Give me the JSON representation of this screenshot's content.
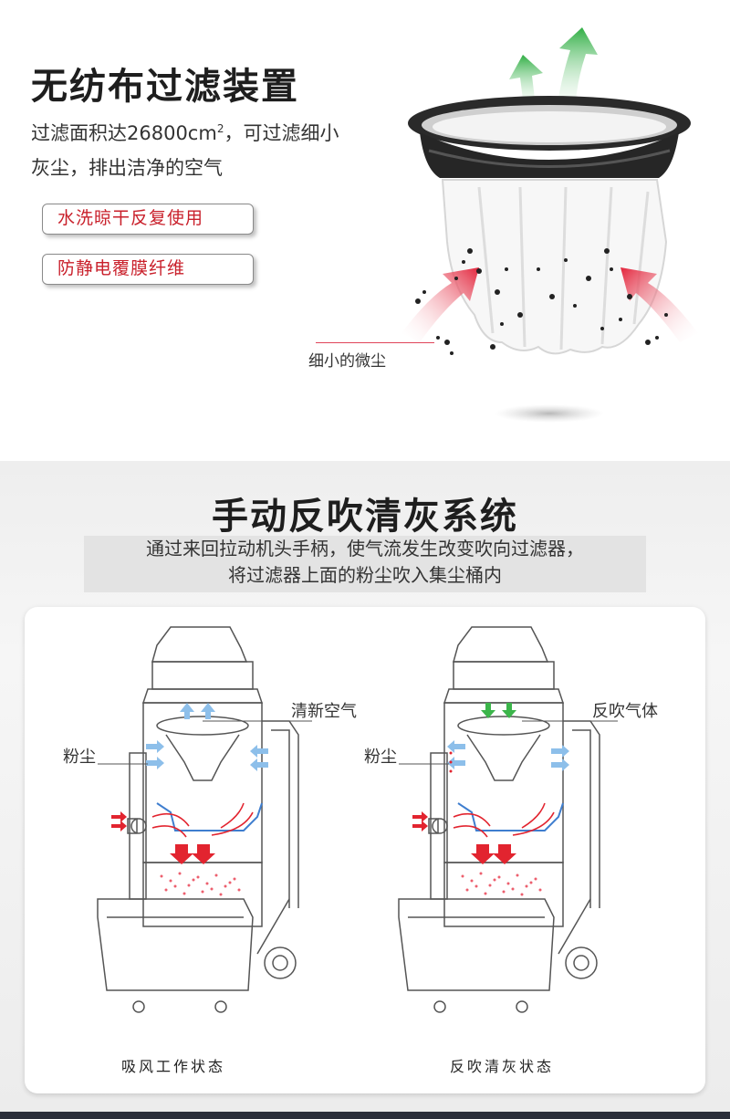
{
  "section1": {
    "title": "无纺布过滤装置",
    "desc_line1_pre": "过滤面积达26800cm",
    "desc_line1_sup": "2",
    "desc_line1_post": "，可过滤细小",
    "desc_line2": "灰尘，排出洁净的空气",
    "features": [
      "水洗晾干反复使用",
      "防静电覆膜纤维"
    ],
    "dust_label": "细小的微尘"
  },
  "section2": {
    "title": "手动反吹清灰系统",
    "desc_line1": "通过来回拉动机头手柄，使气流发生改变吹向过滤器，",
    "desc_line2": "将过滤器上面的粉尘吹入集尘桶内",
    "left": {
      "air_label": "清新空气",
      "dust_label": "粉尘",
      "caption": "吸风工作状态"
    },
    "right": {
      "air_label": "反吹气体",
      "dust_label": "粉尘",
      "caption": "反吹清灰状态"
    }
  },
  "colors": {
    "accent_red": "#c9202b",
    "arrow_green": "#3bb54a",
    "arrow_blue": "#7fb6e6",
    "flow_red": "#e2242f"
  }
}
